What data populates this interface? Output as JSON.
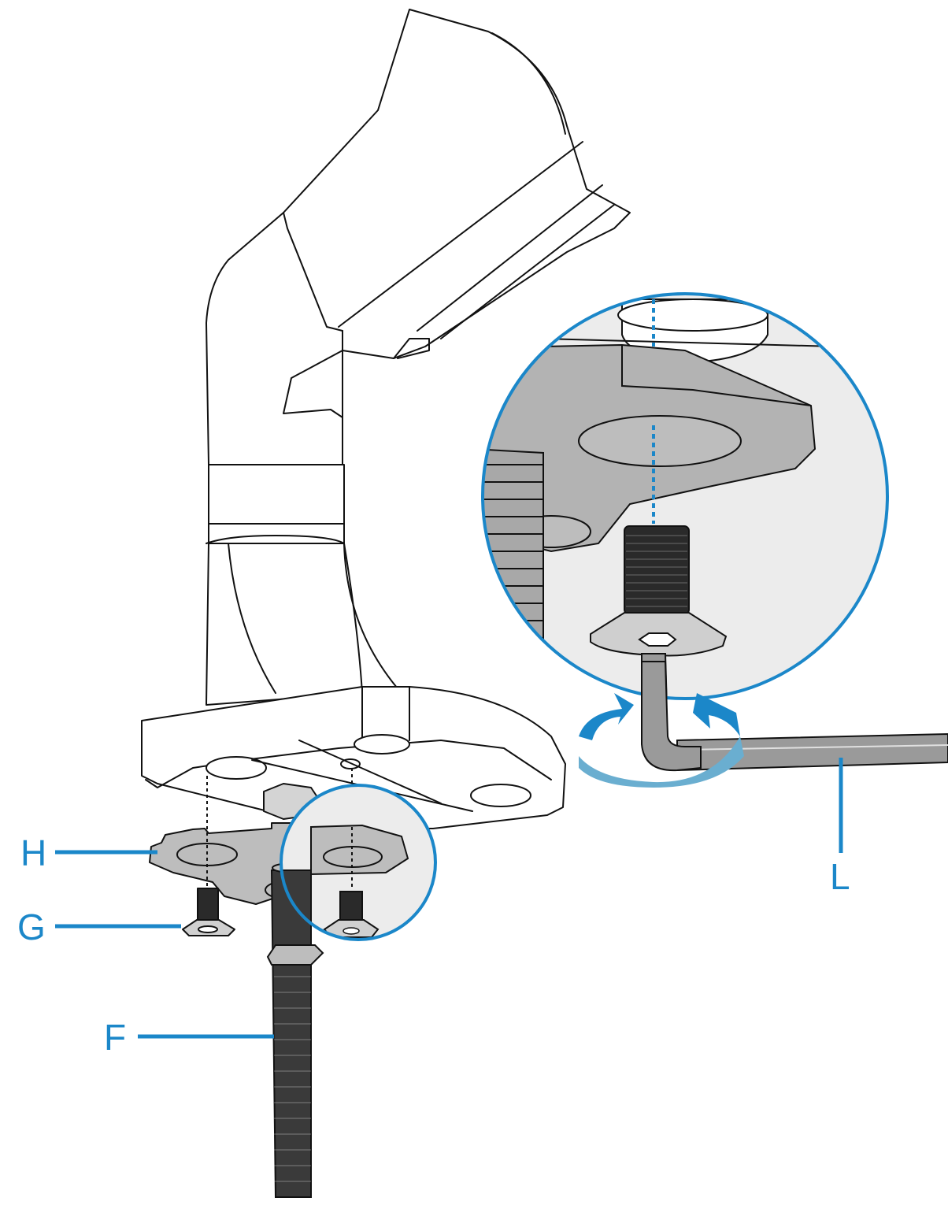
{
  "callouts": {
    "H": "H",
    "G": "G",
    "F": "F",
    "L": "L"
  },
  "colors": {
    "accent": "#1b87c9",
    "accent_light": "#6aaed0",
    "line": "#111111",
    "part_fill": "#bdbdbd",
    "inset_bg": "#ededed",
    "dark_part": "#2a2a2a"
  }
}
